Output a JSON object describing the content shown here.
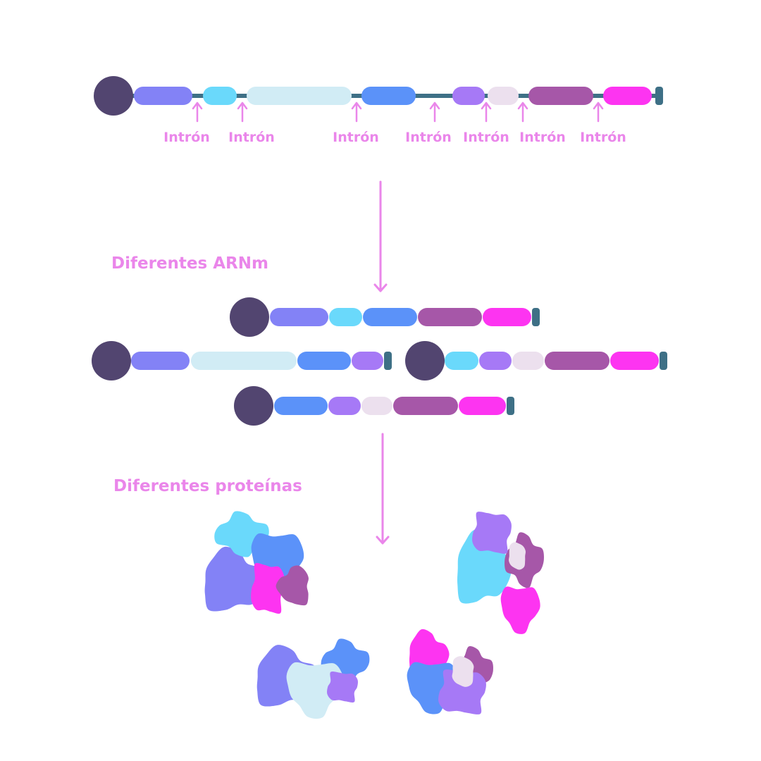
{
  "colors": {
    "cap": "#524570",
    "backbone": "#3e7086",
    "label": "#ea86ea",
    "arrow": "#ea86ea"
  },
  "exon_colors": {
    "A": "#8382f6",
    "B": "#6ad9fb",
    "C": "#d1ecf5",
    "D": "#5b92f9",
    "E": "#a679f6",
    "F": "#ece0ee",
    "G": "#a657a8",
    "H": "#fd34f1"
  },
  "pre_mrna": {
    "exons": [
      "A",
      "B",
      "C",
      "D",
      "E",
      "F",
      "G",
      "H"
    ],
    "intron_label": "Intrón",
    "intron_count": 7
  },
  "section_mrna_label": "Diferentes ARNm",
  "section_proteins_label": "Diferentes proteínas",
  "mrnas": [
    {
      "exons": [
        "A",
        "B",
        "D",
        "G",
        "H"
      ]
    },
    {
      "exons": [
        "A",
        "C",
        "D",
        "E"
      ]
    },
    {
      "exons": [
        "B",
        "E",
        "F",
        "G",
        "H"
      ]
    },
    {
      "exons": [
        "D",
        "E",
        "F",
        "G",
        "H"
      ]
    }
  ],
  "proteins": [
    {
      "blobs": [
        "A",
        "B",
        "D",
        "H",
        "G"
      ]
    },
    {
      "blobs": [
        "B",
        "G",
        "H",
        "E",
        "F"
      ]
    },
    {
      "blobs": [
        "A",
        "D",
        "C",
        "E"
      ]
    },
    {
      "blobs": [
        "H",
        "G",
        "D",
        "E",
        "F"
      ]
    }
  ]
}
